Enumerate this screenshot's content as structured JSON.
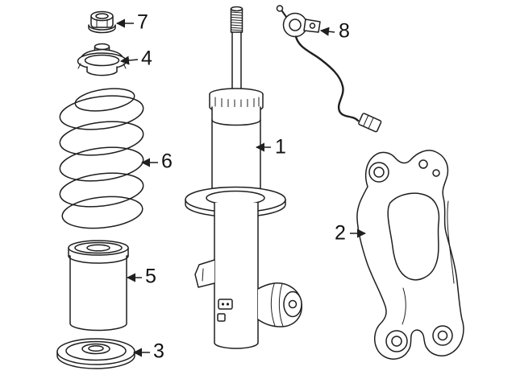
{
  "diagram": {
    "background_color": "#ffffff",
    "line_color": "#1f1f1f",
    "callouts": [
      {
        "number": "1",
        "part": "strut-assembly"
      },
      {
        "number": "2",
        "part": "steering-knuckle"
      },
      {
        "number": "3",
        "part": "lower-spring-seat"
      },
      {
        "number": "4",
        "part": "upper-strut-mount"
      },
      {
        "number": "5",
        "part": "dust-shield"
      },
      {
        "number": "6",
        "part": "coil-spring"
      },
      {
        "number": "7",
        "part": "strut-rod-nut"
      },
      {
        "number": "8",
        "part": "abs-wheel-speed-sensor"
      }
    ]
  }
}
